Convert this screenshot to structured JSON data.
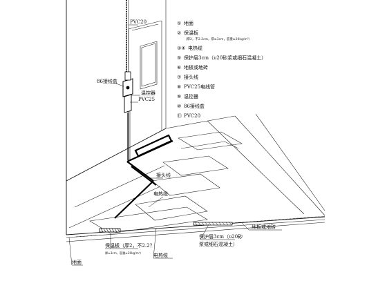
{
  "callouts": {
    "pvc20_top": "PVC20",
    "box86": "86接线盒",
    "thermostat": "温控器",
    "pvc25": "PVC25",
    "tail_wire": "接头线",
    "heating_cable": "电热缆",
    "floor_tile": "地板或地砖",
    "protect_layer_1": "保护层3cm（υ20砂",
    "protect_layer_2": "浆或细石混凝土）",
    "insulation_board": "保温板（厚2，不2.2？",
    "insulation_board_spec": "厚≥3cm，容重≥20kg/m³）",
    "heating_cable_bottom": "电热缆",
    "ground": "地面"
  },
  "legend": [
    {
      "num": "①",
      "text": "地面"
    },
    {
      "num": "②",
      "text": "保温板",
      "sub": "（厚2，不2.2cm，厚≥3cm，容重≥20kg/m³）"
    },
    {
      "num": "③④",
      "text": "电热缆"
    },
    {
      "num": "⑤",
      "text": "保护层3cm（υ20砂浆或细石混凝土）"
    },
    {
      "num": "⑥",
      "text": "地板或地砖"
    },
    {
      "num": "⑦",
      "text": "接头线"
    },
    {
      "num": "⑧",
      "text": "PVC25电线管"
    },
    {
      "num": "⑨",
      "text": "温控器"
    },
    {
      "num": "⑩",
      "text": "86接线盒"
    },
    {
      "num": "⑪",
      "text": "PVC20"
    }
  ]
}
